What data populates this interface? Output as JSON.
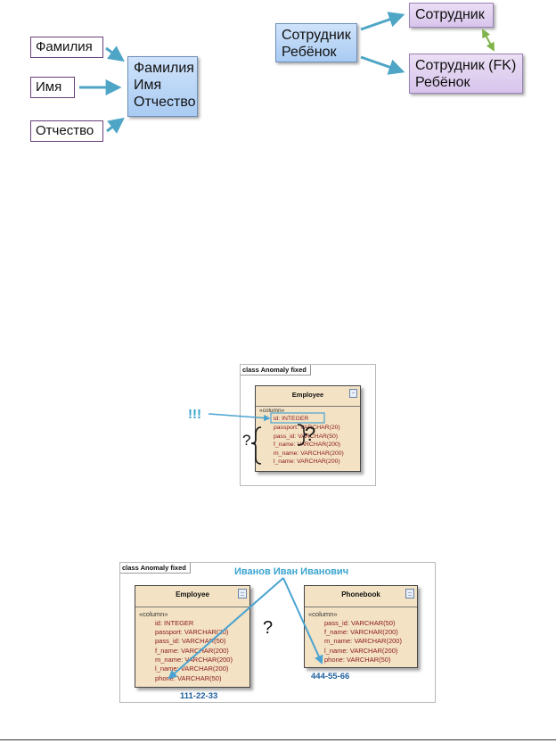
{
  "diagram1": {
    "inputs": [
      "Фамилия",
      "Имя",
      "Отчество"
    ],
    "combined": [
      "Фамилия",
      "Имя",
      "Отчество"
    ]
  },
  "diagram2": {
    "source": [
      "Сотрудник",
      "Ребёнок"
    ],
    "target_top": "Сотрудник",
    "target_bottom": [
      "Сотрудник (FK)",
      "Ребёнок"
    ]
  },
  "uml1": {
    "frame_label": "class Anomaly fixed",
    "class_name": "Employee",
    "stereotype": "«column»",
    "columns": [
      "id:  INTEGER",
      "passport:  VARCHAR(20)",
      "pass_id:  VARCHAR(50)",
      "f_name:  VARCHAR(200)",
      "m_name:  VARCHAR(200)",
      "l_name:  VARCHAR(200)"
    ],
    "exclaim": "!!!",
    "question_left": "?",
    "question_right": "?"
  },
  "uml2": {
    "frame_label": "class Anomaly fixed",
    "person_name": "Иванов Иван Иванович",
    "left_class": "Employee",
    "left_stereotype": "«column»",
    "left_columns": [
      "id:  INTEGER",
      "passport:  VARCHAR(20)",
      "pass_id:  VARCHAR(50)",
      "f_name:  VARCHAR(200)",
      "m_name:  VARCHAR(200)",
      "l_name:  VARCHAR(200)",
      "phone:  VARCHAR(50)"
    ],
    "right_class": "Phonebook",
    "right_stereotype": "«column»",
    "right_columns": [
      "pass_id:  VARCHAR(50)",
      "f_name:  VARCHAR(200)",
      "m_name:  VARCHAR(200)",
      "l_name:  VARCHAR(200)",
      "phone:  VARCHAR(50)"
    ],
    "question": "?",
    "phone_left": "111-22-33",
    "phone_right": "444-55-66"
  }
}
